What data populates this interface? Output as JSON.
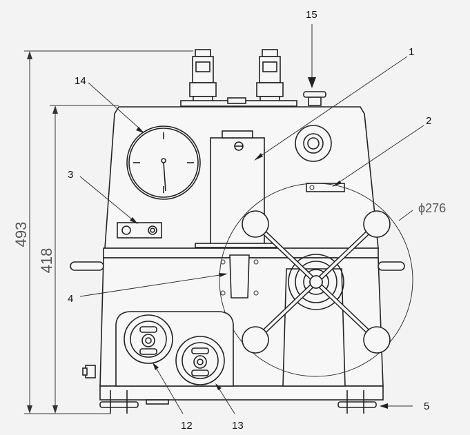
{
  "callouts": {
    "c1": "1",
    "c2": "2",
    "c3": "3",
    "c4": "4",
    "c5": "5",
    "c12": "12",
    "c13": "13",
    "c14": "14",
    "c15": "15"
  },
  "dimensions": {
    "overall_height": "493",
    "body_height": "418",
    "handwheel_diameter": "ϕ276"
  }
}
